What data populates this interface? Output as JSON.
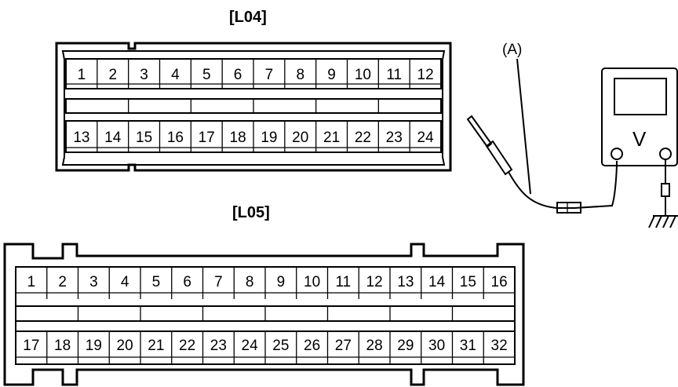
{
  "connectors": [
    {
      "title": "[L04]",
      "top_row": [
        "1",
        "2",
        "3",
        "4",
        "5",
        "6",
        "7",
        "8",
        "9",
        "10",
        "11",
        "12"
      ],
      "bottom_row": [
        "13",
        "14",
        "15",
        "16",
        "17",
        "18",
        "19",
        "20",
        "21",
        "22",
        "23",
        "24"
      ]
    },
    {
      "title": "[L05]",
      "top_row": [
        "1",
        "2",
        "3",
        "4",
        "5",
        "6",
        "7",
        "8",
        "9",
        "10",
        "11",
        "12",
        "13",
        "14",
        "15",
        "16"
      ],
      "bottom_row": [
        "17",
        "18",
        "19",
        "20",
        "21",
        "22",
        "23",
        "24",
        "25",
        "26",
        "27",
        "28",
        "29",
        "30",
        "31",
        "32"
      ]
    }
  ],
  "probe_label": "(A)",
  "meter": {
    "unit_label": "V"
  }
}
